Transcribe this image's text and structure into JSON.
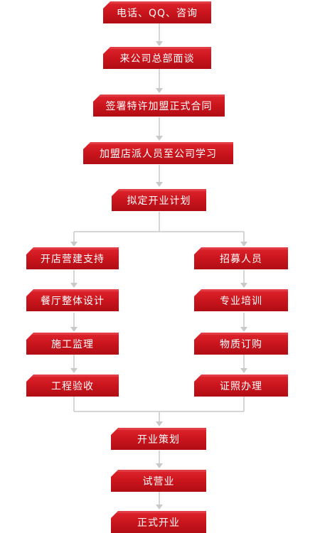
{
  "flow": {
    "step1": "电话、QQ、咨询",
    "step2": "来公司总部面谈",
    "step3": "签署特许加盟正式合同",
    "step4": "加盟店派人员至公司学习",
    "step5": "拟定开业计划",
    "left": {
      "step1": "开店营建支持",
      "step2": "餐厅整体设计",
      "step3": "施工监理",
      "step4": "工程验收"
    },
    "right": {
      "step1": "招募人员",
      "step2": "专业培训",
      "step3": "物质订购",
      "step4": "证照办理"
    },
    "step6": "开业策划",
    "step7": "试营业",
    "step8": "正式开业"
  },
  "colors": {
    "box": "#c8141c",
    "connector": "#c9c9c9"
  }
}
